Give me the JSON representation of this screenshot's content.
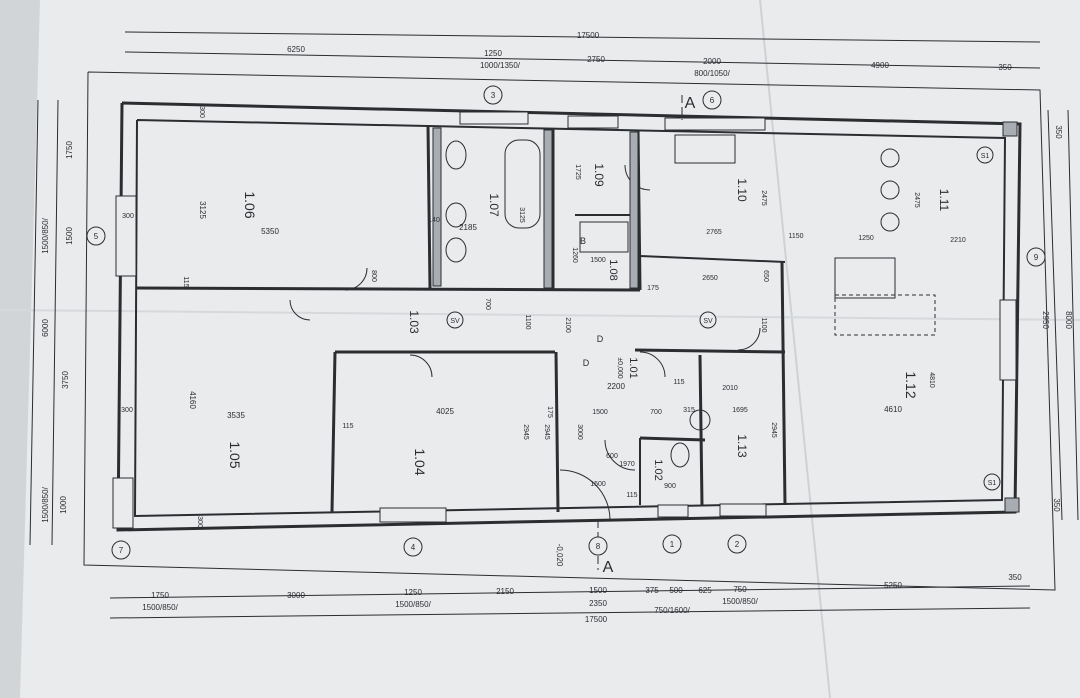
{
  "dimensions_top": {
    "overall": "17500",
    "row2": [
      "6250",
      "1250",
      "2750",
      "2000",
      "4900",
      "350"
    ],
    "openings": [
      "1000/1350/",
      "800/1050/"
    ]
  },
  "dimensions_bottom": {
    "overall": "17500",
    "row2": [
      "1750",
      "3000",
      "1250",
      "2150",
      "1500",
      "375",
      "500",
      "625",
      "750",
      "5250",
      "350"
    ],
    "sub": [
      "2350"
    ],
    "openings": [
      "1500/850/",
      "1500/850/",
      "750/1600/",
      "1500/850/"
    ]
  },
  "dimensions_left": {
    "labels": [
      "1750",
      "1500/850/",
      "1500",
      "6000",
      "3750",
      "1000",
      "1500/850/"
    ]
  },
  "dimensions_right": {
    "labels": [
      "350",
      "2950",
      "8000",
      "350"
    ]
  },
  "rooms": [
    {
      "id": "1.06",
      "w": "5350",
      "h": "3125"
    },
    {
      "id": "1.07",
      "w": "2185",
      "h": "3125"
    },
    {
      "id": "1.09",
      "w": "",
      "h": "1725"
    },
    {
      "id": "1.10",
      "w": "",
      "h": "2475"
    },
    {
      "id": "1.11",
      "w": "",
      "h": "2475"
    },
    {
      "id": "1.08",
      "w": "1500",
      "h": "1260"
    },
    {
      "id": "1.03",
      "w": "",
      "h": "1100"
    },
    {
      "id": "1.01",
      "w": "2200",
      "h": "",
      "level": "±0,000"
    },
    {
      "id": "1.05",
      "w": "3535",
      "h": "4160"
    },
    {
      "id": "1.04",
      "w": "4025",
      "h": "2945"
    },
    {
      "id": "1.02",
      "w": "1500",
      "h": "900"
    },
    {
      "id": "1.13",
      "w": "1695",
      "h": "2945"
    },
    {
      "id": "1.12",
      "w": "4610",
      "h": "4810"
    }
  ],
  "inner_dims": [
    "300",
    "300",
    "300",
    "300",
    "115",
    "115",
    "115",
    "115",
    "175",
    "175",
    "140",
    "2650",
    "2010",
    "1500",
    "700",
    "315",
    "1150",
    "1250",
    "2210",
    "650",
    "1100",
    "3000",
    "2100",
    "2945",
    "2765",
    "1970",
    "800",
    "700",
    "600"
  ],
  "axes": [
    "1",
    "2",
    "3",
    "4",
    "5",
    "6",
    "7",
    "8",
    "9"
  ],
  "section_marks": [
    "A",
    "A"
  ],
  "misc_labels": [
    "SV",
    "SV",
    "S1",
    "S1",
    "B",
    "D",
    "D",
    "-0,020"
  ],
  "colors": {
    "paper": "#eceef0",
    "line": "#2b2d31",
    "wall_fill": "#a8adb3"
  }
}
